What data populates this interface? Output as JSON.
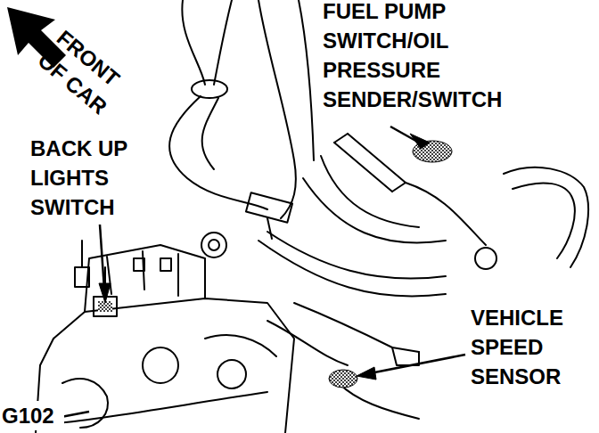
{
  "diagram": {
    "labels": [
      "FRONT OF CAR",
      "FUEL PUMP SWITCH/OIL PRESSURE SENDER/SWITCH",
      "BACK UP LIGHTS SWITCH",
      "VEHICLE SPEED SENSOR",
      "G102"
    ]
  }
}
